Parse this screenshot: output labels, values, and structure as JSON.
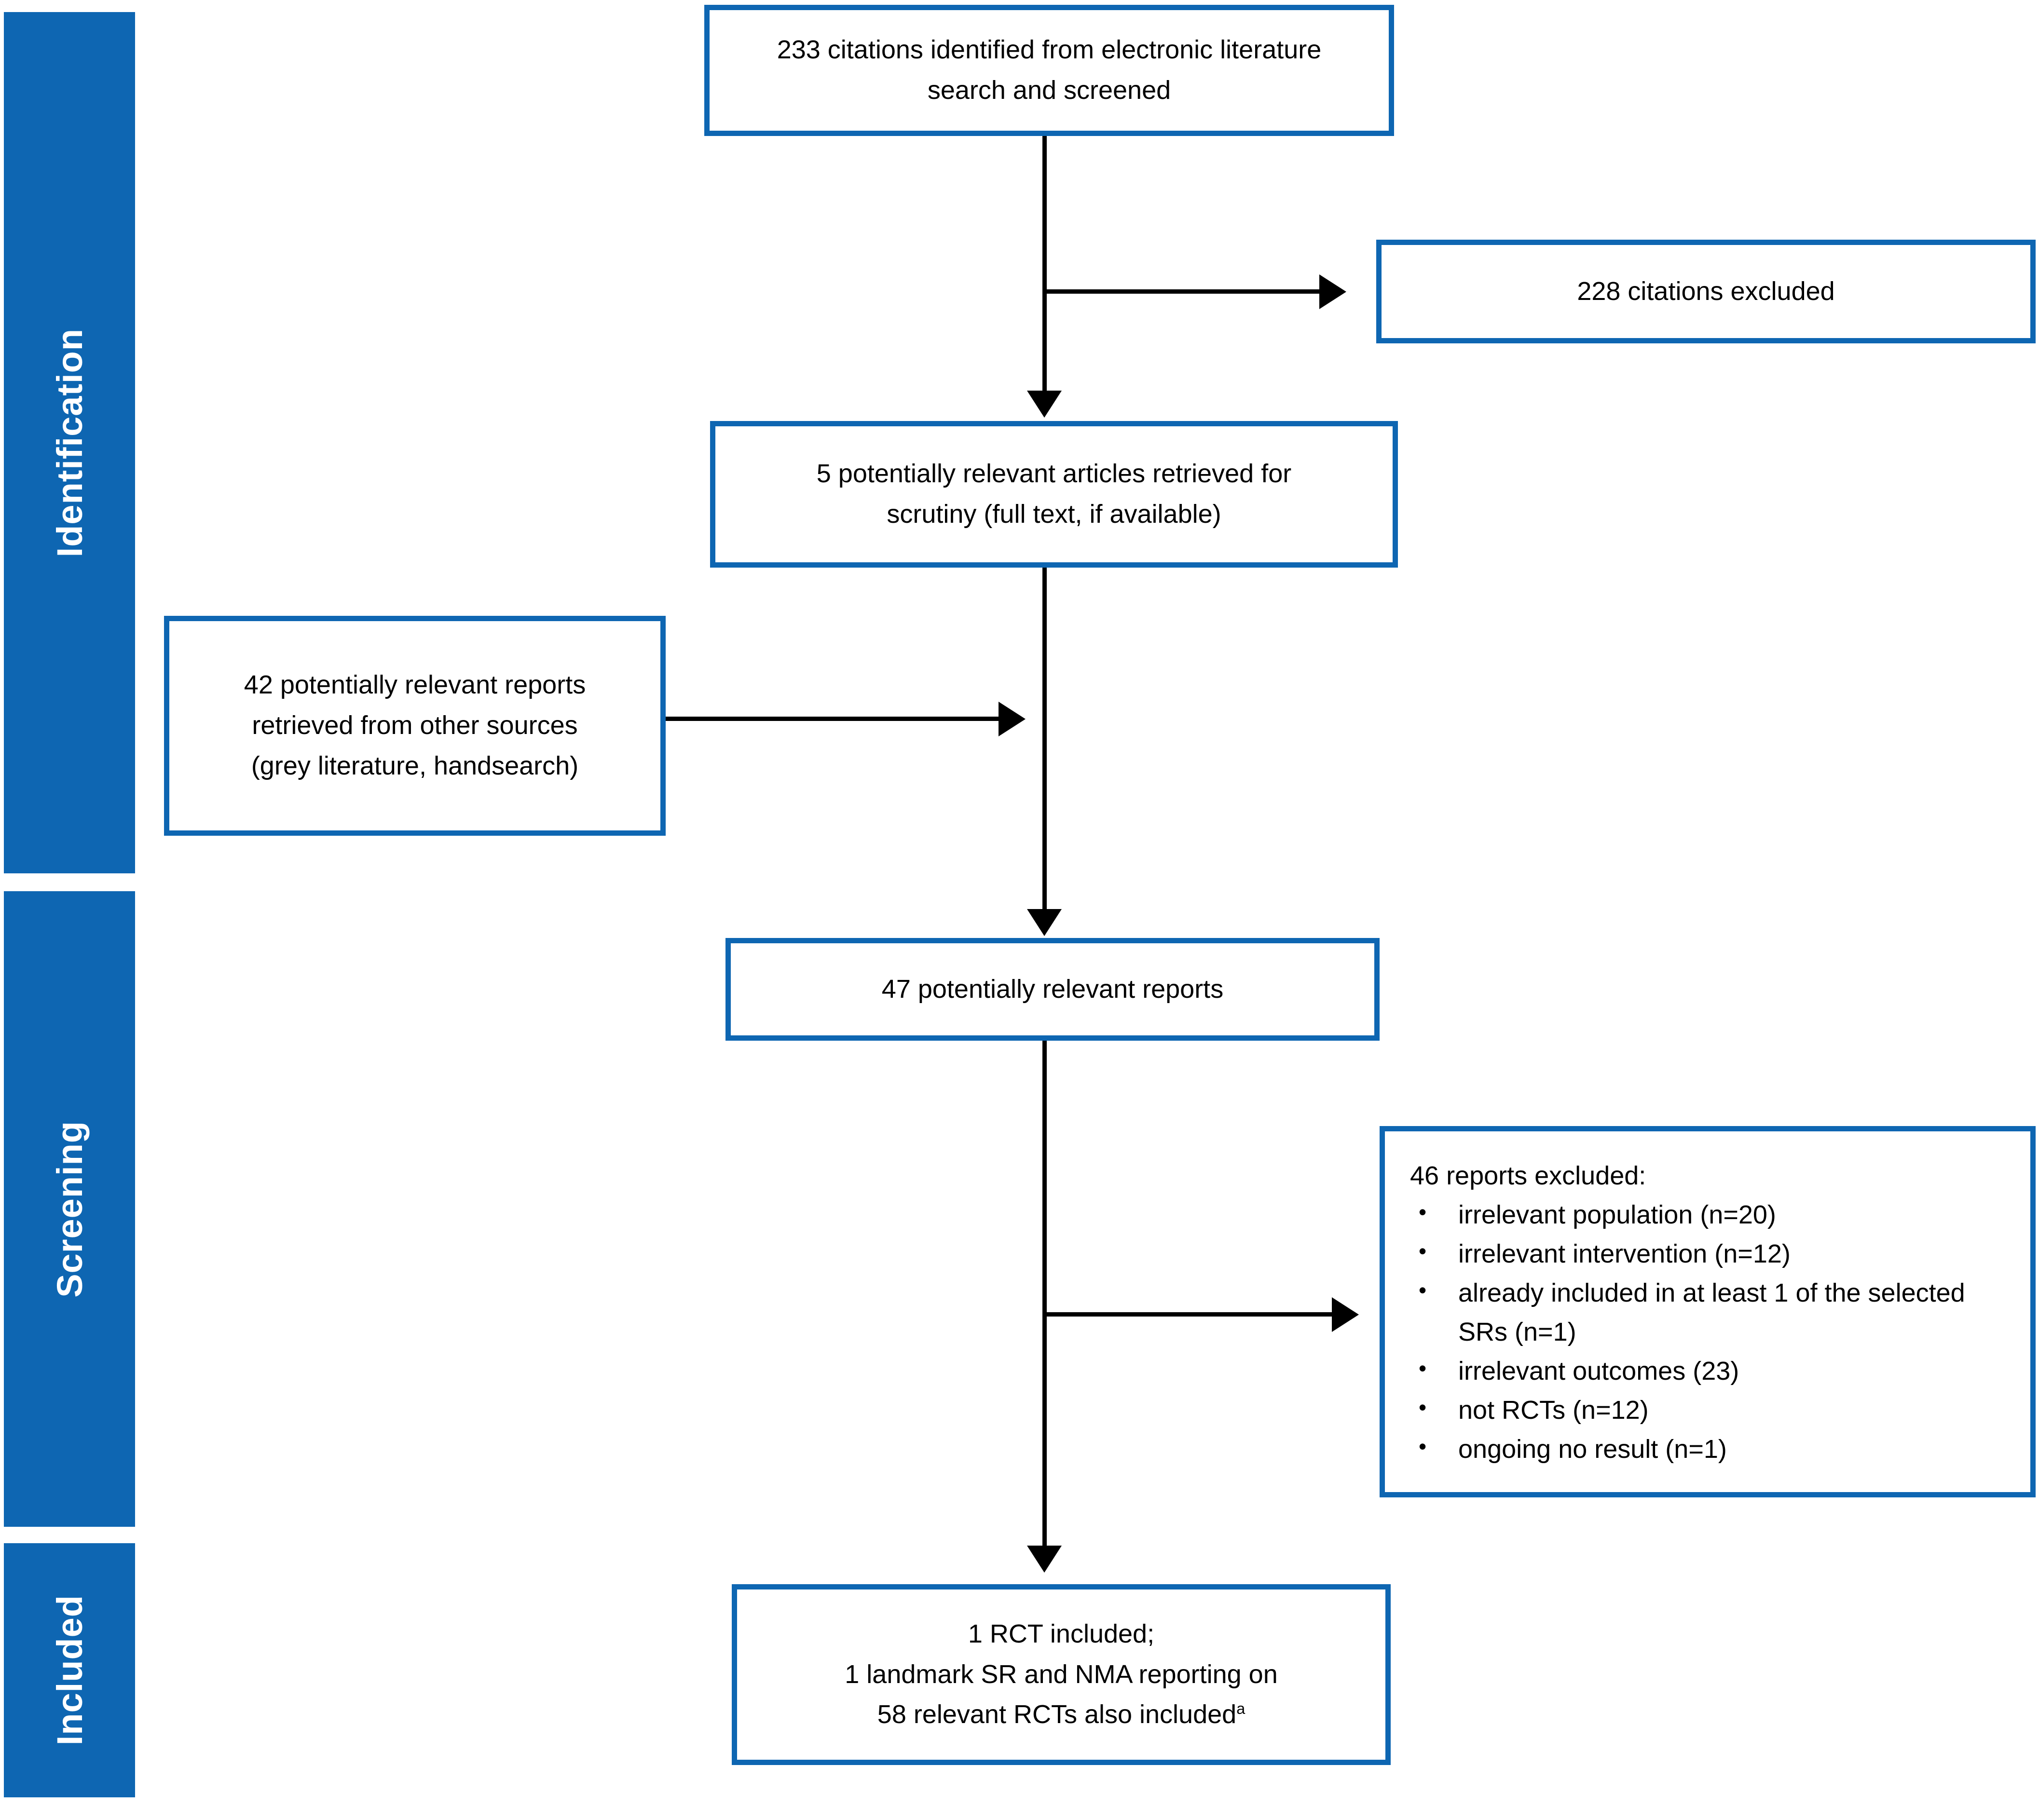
{
  "colors": {
    "accent_blue": "#0e66b2",
    "arrow_black": "#000000",
    "sidebar_text": "#ffffff",
    "background": "#ffffff"
  },
  "sidebar": {
    "stages": [
      {
        "label": "Identification"
      },
      {
        "label": "Screening"
      },
      {
        "label": "Included"
      }
    ]
  },
  "boxes": {
    "identified": {
      "text": "233 citations identified from electronic literature search and screened"
    },
    "excluded_citations": {
      "text": "228 citations excluded"
    },
    "retrieved": {
      "text": "5 potentially relevant articles retrieved for scrutiny (full text, if available)"
    },
    "other_sources": {
      "text": "42 potentially relevant reports retrieved from other sources (grey literature, handsearch)"
    },
    "potentially_relevant": {
      "text": "47 potentially relevant reports"
    },
    "excluded_reports": {
      "heading": "46 reports excluded:",
      "bullet_char": "•",
      "items": [
        "irrelevant population (n=20)",
        "irrelevant intervention (n=12)",
        "already included in at least 1 of the selected SRs (n=1)",
        "irrelevant outcomes (23)",
        "not RCTs (n=12)",
        "ongoing no result (n=1)"
      ]
    },
    "included": {
      "line1": "1 RCT included;",
      "line2": "1 landmark SR and NMA reporting on",
      "line3_main": "58 relevant RCTs also included",
      "line3_superscript": "a"
    }
  }
}
